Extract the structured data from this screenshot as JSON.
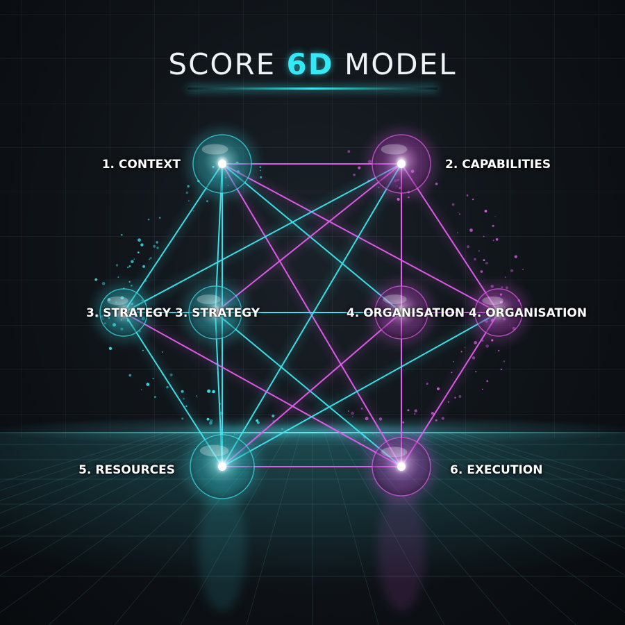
{
  "title": {
    "part1": "SCORE ",
    "accent": "6D",
    "part2": " MODEL"
  },
  "nodes": [
    {
      "id": "context",
      "label": "1. CONTEXT",
      "color": "cyan"
    },
    {
      "id": "capabilities",
      "label": "2. CAPABILITIES",
      "color": "magenta"
    },
    {
      "id": "strategy-outer",
      "label": "3. STRATEGY",
      "color": "cyan"
    },
    {
      "id": "strategy-inner",
      "label": "3. STRATEGY",
      "color": "cyan"
    },
    {
      "id": "organisation-inner",
      "label": "4. ORGANISATION",
      "color": "magenta"
    },
    {
      "id": "organisation-outer",
      "label": "4. ORGANISATION",
      "color": "magenta"
    },
    {
      "id": "resources",
      "label": "5. RESOURCES",
      "color": "cyan"
    },
    {
      "id": "execution",
      "label": "6. EXECUTION",
      "color": "magenta"
    }
  ],
  "colors": {
    "cyan": "#3fe6f0",
    "magenta": "#e45ff0",
    "accent": "#35e8f5",
    "background": "#0b0f13"
  }
}
